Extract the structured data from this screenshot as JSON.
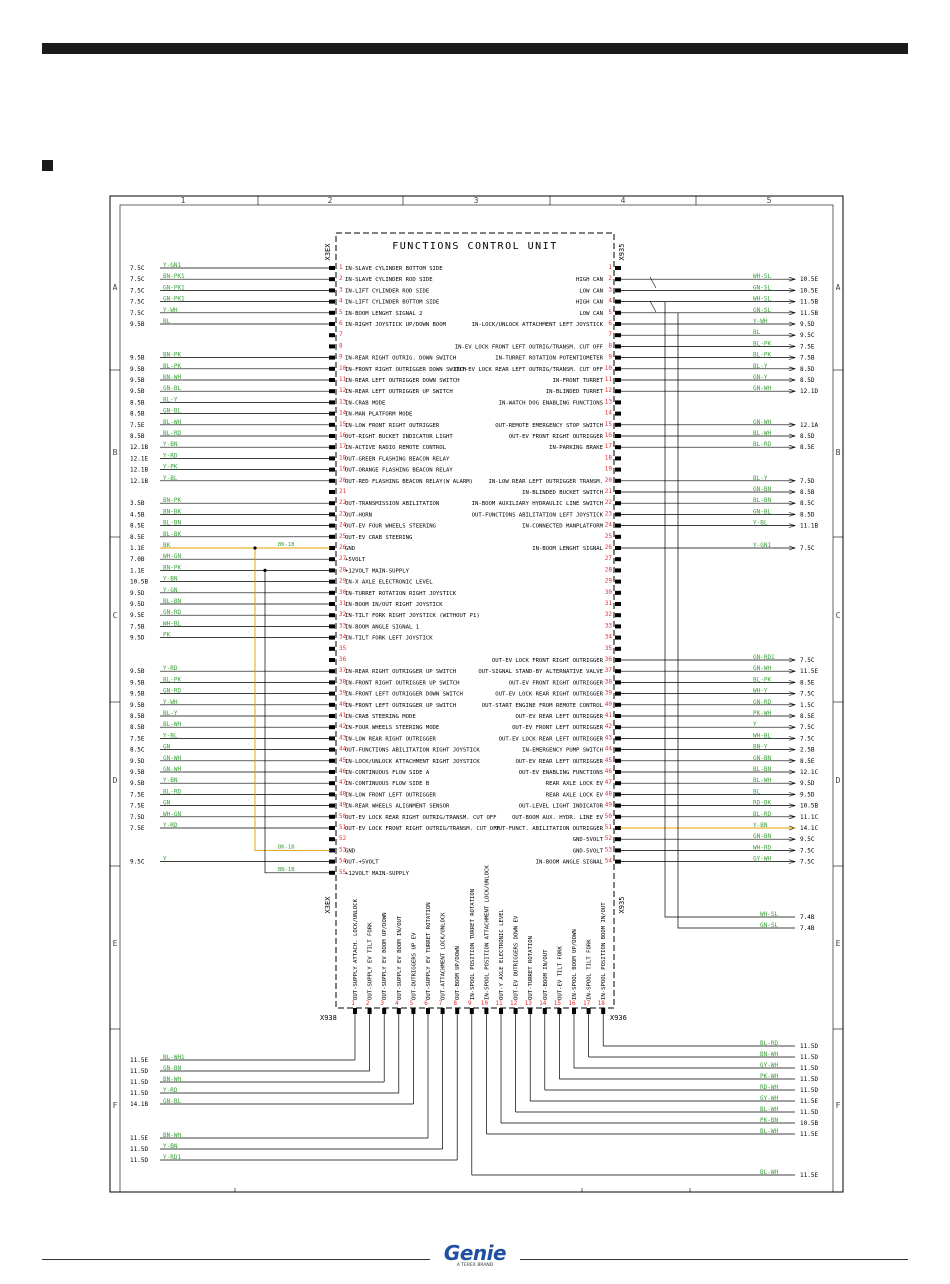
{
  "unit_title": "FUNCTIONS CONTROL UNIT",
  "connectors": {
    "left": "X3EX",
    "right": "X935",
    "bottom_left": "X938",
    "bottom_right": "X936"
  },
  "columns": [
    "1",
    "2",
    "3",
    "4",
    "5"
  ],
  "rows": [
    "A",
    "B",
    "C",
    "D",
    "E",
    "F"
  ],
  "colors": {
    "wire_label": "#3aa03a",
    "ground_wire": "#e0a000",
    "pin_number": "#e03030",
    "line": "#000000"
  },
  "left_pins": [
    {
      "wire": "Y-GN1",
      "ref": "7.5C",
      "label": "IN-SLAVE CYLINDER BOTTOM SIDE"
    },
    {
      "wire": "BN-PK1",
      "ref": "7.5C",
      "label": "IN-SLAVE CYLINDER ROD SIDE"
    },
    {
      "wire": "GN-PK1",
      "ref": "7.5C",
      "label": "IN-LIFT CYLINDER ROD SIDE"
    },
    {
      "wire": "GN-PK1",
      "ref": "7.5C",
      "label": "IN-LIFT CYLINDER BOTTOM SIDE"
    },
    {
      "wire": "Y-WH",
      "ref": "7.5C",
      "label": "IN-BOOM LENGHT SIGNAL 2"
    },
    {
      "wire": "BL",
      "ref": "9.5B",
      "label": "IN-RIGHT JOYSTICK UP/DOWN BOOM"
    },
    {
      "wire": "",
      "ref": "",
      "label": ""
    },
    {
      "wire": "",
      "ref": "",
      "label": ""
    },
    {
      "wire": "BN-PK",
      "ref": "9.5B",
      "label": "IN-REAR RIGHT OUTRIG. DOWN SWITCH"
    },
    {
      "wire": "BL-PK",
      "ref": "9.5B",
      "label": "IN-FRONT RIGHT OUTRIGGER DOWN SWITCH"
    },
    {
      "wire": "BN-WH",
      "ref": "9.5B",
      "label": "IN-REAR LEFT OUTRIGGER DOWN SWITCH"
    },
    {
      "wire": "GN-BL",
      "ref": "9.5B",
      "label": "IN-REAR LEFT OUTRIGGER UP SWITCH"
    },
    {
      "wire": "BL-Y",
      "ref": "8.5B",
      "label": "IN-CRAB MODE"
    },
    {
      "wire": "GN-BL",
      "ref": "8.5B",
      "label": "IN-MAN PLATFORM MODE"
    },
    {
      "wire": "BL-WH",
      "ref": "7.5E",
      "label": "IN-LOW FRONT RIGHT OUTRIGGER"
    },
    {
      "wire": "BL-RD",
      "ref": "8.5B",
      "label": "OUT-RIGHT BUCKET INDICATOR LIGHT"
    },
    {
      "wire": "Y-BN",
      "ref": "12.1B",
      "label": "IN-ACTIVE RADIO REMOTE CONTROL"
    },
    {
      "wire": "Y-RD",
      "ref": "12.1E",
      "label": "OUT-GREEN FLASHING BEACON RELAY"
    },
    {
      "wire": "Y-PK",
      "ref": "12.1B",
      "label": "OUT-ORANGE FLASHING BEACON RELAY"
    },
    {
      "wire": "Y-BL",
      "ref": "12.1B",
      "label": "OUT-RED FLASHING BEACON RELAY(W ALARM)"
    },
    {
      "wire": "",
      "ref": "",
      "label": ""
    },
    {
      "wire": "BN-PK",
      "ref": "3.5B",
      "label": "OUT-TRANSMISSION ABILITATION"
    },
    {
      "wire": "BN-BK",
      "ref": "4.5B",
      "label": "OUT-HORN"
    },
    {
      "wire": "BL-BN",
      "ref": "8.5E",
      "label": "OUT-EV FOUR WHEELS STEERING"
    },
    {
      "wire": "BL-BK",
      "ref": "8.5E",
      "label": "OUT-EV CRAB STEERING"
    },
    {
      "wire": "BK",
      "ref": "1.1E",
      "label": "GND"
    },
    {
      "wire": "WH-GN",
      "ref": "7.0B",
      "label": "+5VOLT"
    },
    {
      "wire": "BN-PK",
      "ref": "1.1E",
      "label": "+12VOLT MAIN-SUPPLY"
    },
    {
      "wire": "Y-BN",
      "ref": "10.5B",
      "label": "IN-X AXLE ELECTRONIC LEVEL"
    },
    {
      "wire": "Y-GN",
      "ref": "9.5D",
      "label": "IN-TURRET ROTATION RIGHT JOYSTICK"
    },
    {
      "wire": "BL-BN",
      "ref": "9.5D",
      "label": "IN-BOOM IN/OUT RIGHT JOYSTICK"
    },
    {
      "wire": "GN-RD",
      "ref": "9.5E",
      "label": "IN-TILT FORK RIGHT JOYSTICK (WITHOUT P1)"
    },
    {
      "wire": "WH-BL",
      "ref": "7.5B",
      "label": "IN-BOOM ANGLE SIGNAL 1"
    },
    {
      "wire": "PK",
      "ref": "9.5D",
      "label": "IN-TILT FORK LEFT JOYSTICK"
    },
    {
      "wire": "",
      "ref": "",
      "label": ""
    },
    {
      "wire": "",
      "ref": "",
      "label": ""
    },
    {
      "wire": "Y-RD",
      "ref": "9.5B",
      "label": "IN-REAR RIGHT OUTRIGGER UP SWITCH"
    },
    {
      "wire": "BL-PK",
      "ref": "9.5B",
      "label": "IN-FRONT RIGHT OUTRIGGER UP SWITCH"
    },
    {
      "wire": "GN-RD",
      "ref": "9.5B",
      "label": "IN-FRONT LEFT OUTRIGGER DOWN SWITCH"
    },
    {
      "wire": "Y-WH",
      "ref": "9.5B",
      "label": "IN-FRONT LEFT OUTRIGGER UP SWITCH"
    },
    {
      "wire": "BL-Y",
      "ref": "8.5B",
      "label": "IN-CRAB STEERING MODE"
    },
    {
      "wire": "BL-WH",
      "ref": "8.5B",
      "label": "IN-FOUR WHEELS STEERING MODE"
    },
    {
      "wire": "Y-BL",
      "ref": "7.5E",
      "label": "IN-LOW REAR RIGHT OUTRIGGER"
    },
    {
      "wire": "GN",
      "ref": "8.5C",
      "label": "OUT-FUNCTIONS ABILITATION RIGHT JOYSTICK"
    },
    {
      "wire": "GN-WH",
      "ref": "9.5D",
      "label": "IN-LOCK/UNLOCK ATTACHMENT RIGHT JOYSTICK"
    },
    {
      "wire": "GN-WH",
      "ref": "9.5B",
      "label": "IN-CONTINUOUS FLOW SIDE A"
    },
    {
      "wire": "Y-BN",
      "ref": "9.5B",
      "label": "IN-CONTINUOUS FLOW SIDE B"
    },
    {
      "wire": "BL-RD",
      "ref": "7.5E",
      "label": "IN-LOW FRONT LEFT OUTRIGGER"
    },
    {
      "wire": "GN",
      "ref": "7.5E",
      "label": "IN-REAR WHEELS ALIGNMENT SENSOR"
    },
    {
      "wire": "WH-GN",
      "ref": "7.5D",
      "label": "OUT-EV LOCK REAR RIGHT OUTRIG/TRANSM. CUT OFF"
    },
    {
      "wire": "Y-RD",
      "ref": "7.5E",
      "label": "OUT-EV LOCK FRONT RIGHT OUTRIG/TRANSM. CUT OFF"
    },
    {
      "wire": "",
      "ref": "",
      "label": ""
    },
    {
      "wire": "",
      "ref": "",
      "label": "GND"
    },
    {
      "wire": "Y",
      "ref": "9.5C",
      "label": "OUT-+5VOLT"
    },
    {
      "wire": "",
      "ref": "",
      "label": "+12VOLT MAIN-SUPPLY"
    }
  ],
  "right_pins": [
    {
      "label": "",
      "wire": "",
      "ref": ""
    },
    {
      "label": "HIGH CAN",
      "wire": "WH-SL",
      "ref": "10.5E"
    },
    {
      "label": "LOW CAN",
      "wire": "GN-SL",
      "ref": "10.5E"
    },
    {
      "label": "HIGH CAN",
      "wire": "WH-SL",
      "ref": "11.5B"
    },
    {
      "label": "LOW CAN",
      "wire": "GN-SL",
      "ref": "11.5B"
    },
    {
      "label": "IN-LOCK/UNLOCK ATTACHMENT LEFT JOYSTICK",
      "wire": "Y-WH",
      "ref": "9.5D"
    },
    {
      "label": "",
      "wire": "BL",
      "ref": "9.5C"
    },
    {
      "label": "IN-EV LOCK FRONT LEFT OUTRIG/TRANSM. CUT OFF",
      "wire": "BL-PK",
      "ref": "7.5E"
    },
    {
      "label": "IN-TURRET ROTATION POTENTIOMETER",
      "wire": "BL-PK",
      "ref": "7.5B"
    },
    {
      "label": "OUT-EV LOCK REAR LEFT OUTRIG/TRANSM. CUT OFF",
      "wire": "BL-Y",
      "ref": "8.5D"
    },
    {
      "label": "IN-FRONT TURRET",
      "wire": "GN-Y",
      "ref": "8.5D"
    },
    {
      "label": "IN-BLINDED TURRET",
      "wire": "GN-WH",
      "ref": "12.1D"
    },
    {
      "label": "IN-WATCH DOG ENABLING FUNCTIONS",
      "wire": "",
      "ref": ""
    },
    {
      "label": "",
      "wire": "",
      "ref": ""
    },
    {
      "label": "OUT-REMOTE EMERGENCY STOP SWITCH",
      "wire": "GN-WH",
      "ref": "12.1A"
    },
    {
      "label": "OUT-EV FRONT RIGHT OUTRIGGER",
      "wire": "BL-WH",
      "ref": "8.5D"
    },
    {
      "label": "IN-PARKING BRAKE",
      "wire": "BL-RD",
      "ref": "8.5E"
    },
    {
      "label": "",
      "wire": "",
      "ref": ""
    },
    {
      "label": "",
      "wire": "",
      "ref": ""
    },
    {
      "label": "IN-LOW REAR LEFT OUTRIGGER TRANSM.",
      "wire": "BL-Y",
      "ref": "7.5D"
    },
    {
      "label": "IN-BLINDED BUCKET SWITCH",
      "wire": "GN-BN",
      "ref": "8.5B"
    },
    {
      "label": "IN-BOOM AUXILIARY HYDRAULIC LINE SWITCH",
      "wire": "BL-BN",
      "ref": "8.5C"
    },
    {
      "label": "OUT-FUNCTIONS ABILITATION LEFT JOYSTICK",
      "wire": "GN-BL",
      "ref": "8.5D"
    },
    {
      "label": "IN-CONNECTED MANPLATFORM",
      "wire": "Y-BL",
      "ref": "11.1B"
    },
    {
      "label": "",
      "wire": "",
      "ref": ""
    },
    {
      "label": "IN-BOOM LENGHT SIGNAL",
      "wire": "Y-GN1",
      "ref": "7.5C"
    },
    {
      "label": "",
      "wire": "",
      "ref": ""
    },
    {
      "label": "",
      "wire": "",
      "ref": ""
    },
    {
      "label": "",
      "wire": "",
      "ref": ""
    },
    {
      "label": "",
      "wire": "",
      "ref": ""
    },
    {
      "label": "",
      "wire": "",
      "ref": ""
    },
    {
      "label": "",
      "wire": "",
      "ref": ""
    },
    {
      "label": "",
      "wire": "",
      "ref": ""
    },
    {
      "label": "",
      "wire": "",
      "ref": ""
    },
    {
      "label": "",
      "wire": "",
      "ref": ""
    },
    {
      "label": "OUT-EV LOCK FRONT RIGHT OUTRIGGER",
      "wire": "GN-RD1",
      "ref": "7.5C"
    },
    {
      "label": "OUT-SIGNAL STAND-BY ALTERNATIVE VALVE",
      "wire": "GN-WH",
      "ref": "11.5E"
    },
    {
      "label": "OUT-EV FRONT RIGHT OUTRIGGER",
      "wire": "BL-PK",
      "ref": "8.5E"
    },
    {
      "label": "OUT-EV LOCK REAR RIGHT OUTRIGGER",
      "wire": "WH-Y",
      "ref": "7.5C"
    },
    {
      "label": "OUT-START ENGINE FROM REMOTE CONTROL",
      "wire": "GN-RD",
      "ref": "1.5C"
    },
    {
      "label": "OUT-EV REAR LEFT OUTRIGGER",
      "wire": "PK-WH",
      "ref": "8.5E"
    },
    {
      "label": "OUT-EV FRONT LEFT OUTRIGGER",
      "wire": "Y",
      "ref": "7.5C"
    },
    {
      "label": "OUT-EV LOCK REAR LEFT OUTRIGGER",
      "wire": "WH-BL",
      "ref": "7.5C"
    },
    {
      "label": "IN-EMERGENCY PUMP SWITCH",
      "wire": "BN-Y",
      "ref": "2.5B"
    },
    {
      "label": "OUT-EV REAR LEFT OUTRIGGER",
      "wire": "GN-BN",
      "ref": "8.5E"
    },
    {
      "label": "OUT-EV ENABLING FUNCTIONS",
      "wire": "BL-BN",
      "ref": "12.1C"
    },
    {
      "label": "REAR AXLE LOCK EV",
      "wire": "BL-WH",
      "ref": "9.5D"
    },
    {
      "label": "REAR AXLE LOCK EV",
      "wire": "BL",
      "ref": "9.5D"
    },
    {
      "label": "OUT-LEVEL LIGHT INDICATOR",
      "wire": "RD-BK",
      "ref": "10.5B"
    },
    {
      "label": "OUT-BOOM AUX. HYDR. LINE EV",
      "wire": "BL-RD",
      "ref": "11.1C"
    },
    {
      "label": "OUT-FUNCT. ABILITATION OUTRIGGER",
      "wire": "Y-BN",
      "ref": "14.1C"
    },
    {
      "label": "GND-5VOLT",
      "wire": "GN-BN",
      "ref": "9.5C"
    },
    {
      "label": "GND-5VOLT",
      "wire": "WH-RD",
      "ref": "7.5C"
    },
    {
      "label": "IN-BOOM ANGLE SIGNAL",
      "wire": "GY-WH",
      "ref": "7.5C"
    }
  ],
  "bottom_pins": [
    {
      "label": "OUT-SUPPLY ATTACH. LOCK/UNLOCK",
      "wire": "BL-WH1",
      "ref": "11.5E"
    },
    {
      "label": "OUT-SUPPLY EV TILT FORK",
      "wire": "GN-BN",
      "ref": "11.5D"
    },
    {
      "label": "OUT-SUPPLY EV BOOM UP/DOWN",
      "wire": "BN-WH",
      "ref": "11.5D"
    },
    {
      "label": "OUT-SUPPLY EV BOOM IN/OUT",
      "wire": "Y-RD",
      "ref": "11.5D"
    },
    {
      "label": "OUT-OUTRIGGERS UP EV",
      "wire": "GN-BL",
      "ref": "14.1B"
    },
    {
      "label": "OUT-SUPPLY EV TURRET ROTATION",
      "wire": "BN-WH",
      "ref": "11.5E"
    },
    {
      "label": "OUT-ATTACHMENT LOCK/UNLOCK",
      "wire": "Y-BN",
      "ref": "11.5D"
    },
    {
      "label": "OUT-BOOM UP/DOWN",
      "wire": "Y-RD1",
      "ref": "11.5D"
    },
    {
      "label": "IN-SPOOL POSITION TURRET ROTATION",
      "wire": "BL-WH",
      "ref": "11.5E"
    },
    {
      "label": "IN-SPOOL POSITION ATTACHMENT LOCK/UNLOCK",
      "wire": "BL-WH",
      "ref": "11.5E"
    },
    {
      "label": "OUT-Y AXLE ELECTRONIC LEVEL",
      "wire": "PK-BN",
      "ref": "10.5B"
    },
    {
      "label": "OUT-EV OUTRIGGERS DOWN EV",
      "wire": "BL-WH",
      "ref": "11.5D"
    },
    {
      "label": "OUT-TURRET ROTATION",
      "wire": "GY-WH",
      "ref": "11.5E"
    },
    {
      "label": "OUT-BOOM IN/OUT",
      "wire": "RD-WH",
      "ref": "11.5D"
    },
    {
      "label": "OUT-EV TILT FORK",
      "wire": "PK-WH",
      "ref": "11.5D"
    },
    {
      "label": "IN-SPOOL BOOM UP/DOWN",
      "wire": "GY-WH",
      "ref": "11.5D"
    },
    {
      "label": "IN-SPOOL TILT FORK",
      "wire": "BN-WH",
      "ref": "11.5D"
    },
    {
      "label": "IN-SPOOL POSITION BOOM IN/OUT",
      "wire": "BL-RD",
      "ref": "11.5D"
    }
  ],
  "right_bottom_refs": [
    {
      "wire": "WH-SL",
      "ref": "7.4B"
    },
    {
      "wire": "GN-SL",
      "ref": "7.4B"
    }
  ],
  "ground_labels": [
    "BK-1B",
    "BK-1B",
    "BN-1B"
  ],
  "footer": {
    "brand": "Genie",
    "tagline": "A TEREX BRAND"
  }
}
